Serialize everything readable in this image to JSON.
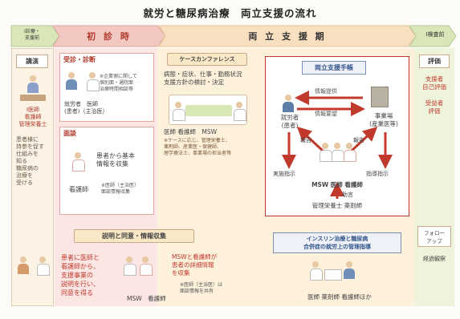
{
  "title": "就労と糖尿病治療　両立支援の流れ",
  "header": {
    "left_label": "Ⅰ診療・\n支援前",
    "phase1": "初 診 時",
    "phase2": "両 立 支 援 期",
    "right_label": "Ⅰ検査前"
  },
  "left_col": {
    "box_label": "講演",
    "caption1": "Ⅰ医師\n看護師\n管理栄養士",
    "caption2": "患者様に\n持参を促す\n仕組みを\n知る\n糖尿病の\n治療を\n受ける\n"
  },
  "pink_col": {
    "box1_title": "受診・診断",
    "box1_note": "※企業側に関して\n個別面・通院面\n治療時間相談等",
    "box1_people": "就労者　医師\n(患者)（主治医）",
    "box2_title": "面談",
    "box2_text": "患者から基本\n情報を収集",
    "box2_role": "看護師",
    "box2_note": "※医師（主治医）\n面談情報収集"
  },
  "main": {
    "conf_title": "ケースカンファレンス",
    "conf_text": "病態・症状、仕事・勤務状況\n支援方針の検討・決定",
    "conf_roles": "医師 看護師　MSW",
    "conf_note": "※ケースに応じ、管理栄養士、\n薬剤師、産業医・保健師、\n理学療法士、事業場の担当者等",
    "support_title": "両立支援手帳",
    "worker": "就労者\n(患者)",
    "employer": "事業場\n(産業医等)",
    "info_provide": "情報提供",
    "info_request": "情報要望",
    "report1": "報告",
    "report2": "報告",
    "guide1": "実施指示",
    "guide2": "指導指示",
    "staff": "MSW 医師 看護師",
    "help": "助言",
    "specialists": "管理栄養士 薬剤師"
  },
  "bottom": {
    "left_title": "説明と同意・情報収集",
    "left_text1": "患者に医師と\n看護師から、\n支援事業の\n説明を行い、\n同意を得る",
    "left_text2": "MSWと看護師が\n患者の詳細情報\nを収集",
    "left_note": "※医師（主治医）は\n面談情報を共有",
    "left_roles": "MSW　看護師",
    "right_title": "インスリン治療と糖尿病\n合併症の就労上の管理指導",
    "right_roles": "医師 薬剤師 看護師ほか"
  },
  "right_col": {
    "eval_title": "評価",
    "eval_text": "支援者\n自己評価\n\n受益者\n評価",
    "follow_title": "フォロー\nアップ",
    "follow_text": "経過観察"
  },
  "colors": {
    "accent": "#c0392b",
    "pink": "#fbe6e4",
    "cream": "#fdf1dc",
    "green": "#eef4dc"
  }
}
